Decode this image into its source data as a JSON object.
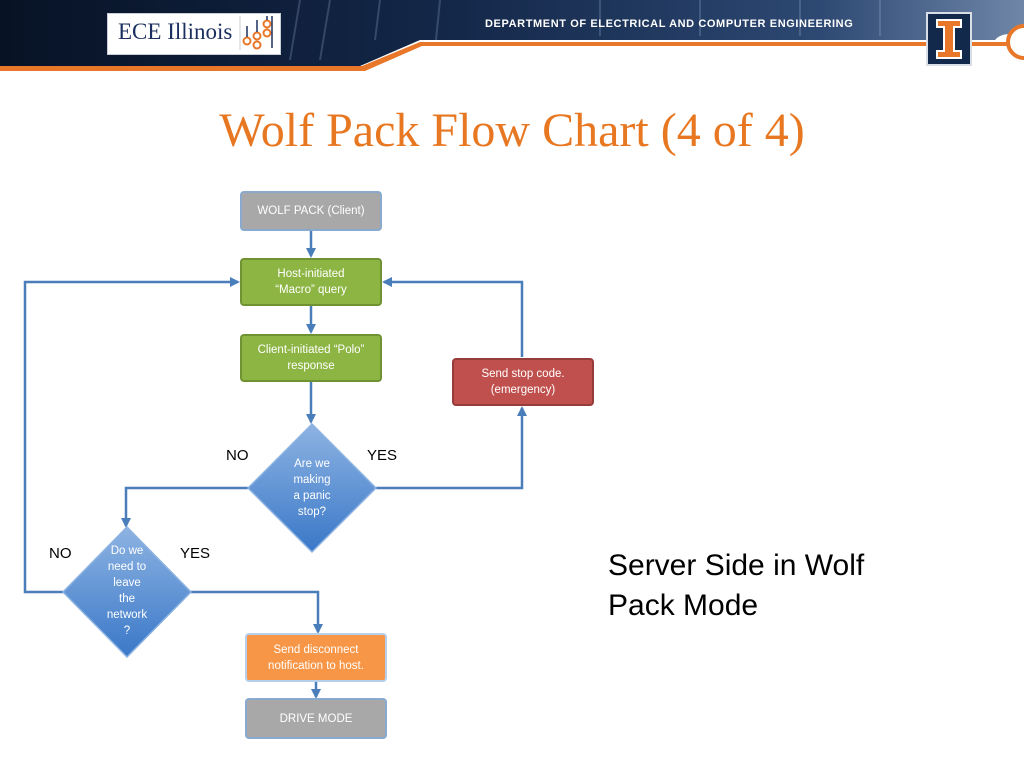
{
  "header": {
    "logo_text": "ECE Illinois",
    "department": "DEPARTMENT OF ELECTRICAL AND COMPUTER ENGINEERING"
  },
  "slide": {
    "title": "Wolf Pack Flow Chart (4 of 4)",
    "side_text": "Server Side in Wolf\nPack Mode"
  },
  "colors": {
    "title": "#e87722",
    "banner_dark": "#0c1a33",
    "banner_orange": "#e8772a",
    "node_gray": "#a8a8a8",
    "node_green": "#8db544",
    "node_red": "#c0504d",
    "node_orange": "#f79646",
    "decision_blue": "#4f88d0",
    "connector": "#4a7ebb"
  },
  "flowchart": {
    "start": "WOLF PACK (Client)",
    "macro_query": "Host-initiated\n“Macro” query",
    "polo_response": "Client-initiated “Polo”\nresponse",
    "stop_code": "Send stop code.\n(emergency)",
    "panic_decision": "Are we\nmaking\na panic\nstop?",
    "leave_decision": "Do we\nneed to\nleave\nthe\nnetwork\n?",
    "disconnect": "Send disconnect\nnotification to host.",
    "drive_mode": "DRIVE MODE",
    "panic_no": "NO",
    "panic_yes": "YES",
    "leave_no": "NO",
    "leave_yes": "YES"
  }
}
